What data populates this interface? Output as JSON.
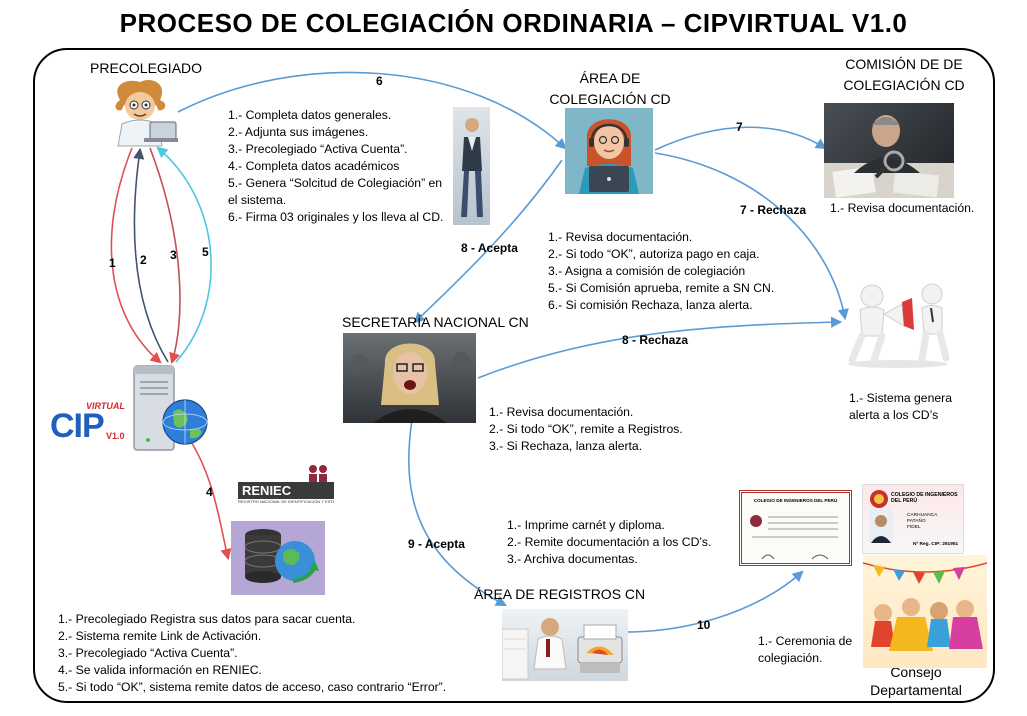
{
  "title": "PROCESO DE COLEGIACIÓN ORDINARIA – CIPVIRTUAL V1.0",
  "actors": {
    "precolegiado": "PRECOLEGIADO",
    "area_colegiacion_l1": "ÁREA DE",
    "area_colegiacion_l2": "COLEGIACIÓN CD",
    "comision_l1": "COMISIÓN DE DE",
    "comision_l2": "COLEGIACIÓN CD",
    "secretaria": "SECRETARÍA NACIONAL CN",
    "registros": "ÁREA DE REGISTROS CN",
    "consejo_l1": "Consejo",
    "consejo_l2": "Departamental"
  },
  "logos": {
    "cip_main": "CIP",
    "cip_virtual": "VIRTUAL",
    "cip_version": "V1.0",
    "reniec": "RENIEC",
    "reniec_sub": "REGISTRO NACIONAL DE IDENTIFICACIÓN Y ESTADO CIVIL",
    "diploma_header": "COLEGIO DE INGENIEROS DEL PERÚ",
    "carnet_header_1": "COLEGIO DE INGENIEROS",
    "carnet_header_2": "DEL PERÚ",
    "carnet_name_1": "CARHUANCA",
    "carnet_name_2": "PATAÑO",
    "carnet_name_3": "FIDEL",
    "carnet_reg": "Nº Reg. CIP: 291951"
  },
  "steps": {
    "s1": "1",
    "s2": "2",
    "s3": "3",
    "s4": "4",
    "s5": "5",
    "s6": "6",
    "s7": "7",
    "s7r": "7 - Rechaza",
    "s8a": "8 - Acepta",
    "s8r": "8 - Rechaza",
    "s9a": "9 - Acepta",
    "s10": "10"
  },
  "lists": {
    "precolegiado_tasks": [
      "1.- Completa datos generales.",
      "2.- Adjunta sus imágenes.",
      "3.- Precolegiado “Activa Cuenta”.",
      "4.- Completa datos académicos",
      "5.- Genera “Solcitud de Colegiación” en",
      "el sistema.",
      "6.- Firma 03 originales y los lleva al CD."
    ],
    "area_tasks": [
      "1.- Revisa documentación.",
      "2.- Si todo “OK”, autoriza pago en caja.",
      "3.- Asigna a comisión de colegiación",
      "5.- Si Comisión aprueba, remite a SN CN.",
      "6.- Si comisión Rechaza, lanza alerta."
    ],
    "comision_tasks": [
      "1.- Revisa documentación."
    ],
    "alerta_tasks": [
      "1.- Sistema genera",
      "alerta a los CD’s"
    ],
    "secretaria_tasks": [
      "1.- Revisa documentación.",
      "2.- Si todo “OK”, remite a Registros.",
      "3.- Si Rechaza, lanza alerta."
    ],
    "registros_tasks": [
      "1.- Imprime carnét y diploma.",
      "2.- Remite documentación a los CD’s.",
      "3.- Archiva documentas."
    ],
    "ceremonia_tasks": [
      "1.- Ceremonia de",
      "colegiación."
    ],
    "sistema_tasks": [
      "1.-  Precolegiado Registra sus datos para sacar cuenta.",
      "2.- Sistema remite Link de Activación.",
      "3.- Precolegiado “Activa Cuenta”.",
      "4.- Se valida información en RENIEC.",
      "5.- Si todo “OK”, sistema remite datos de acceso, caso contrario “Error”."
    ]
  },
  "colors": {
    "arrow_blue": "#5b9bd5",
    "arrow_red": "#e05050",
    "arrow_navy": "#44546a",
    "arrow_cyan": "#4ec8e0",
    "cip_blue": "#1f5fbf",
    "cip_red": "#d9262b",
    "database_bg": "#b4a7d6"
  },
  "icons": {
    "precolegiado": "scientist-laptop-icon",
    "area": "operator-headset-icon",
    "comision": "magnifier-reviewer-icon",
    "alerta": "megaphone-alert-icon",
    "secretaria": "screaming-woman-icon",
    "registros": "printer-office-icon",
    "servidor": "server-globe-icon",
    "database": "database-sync-icon"
  }
}
